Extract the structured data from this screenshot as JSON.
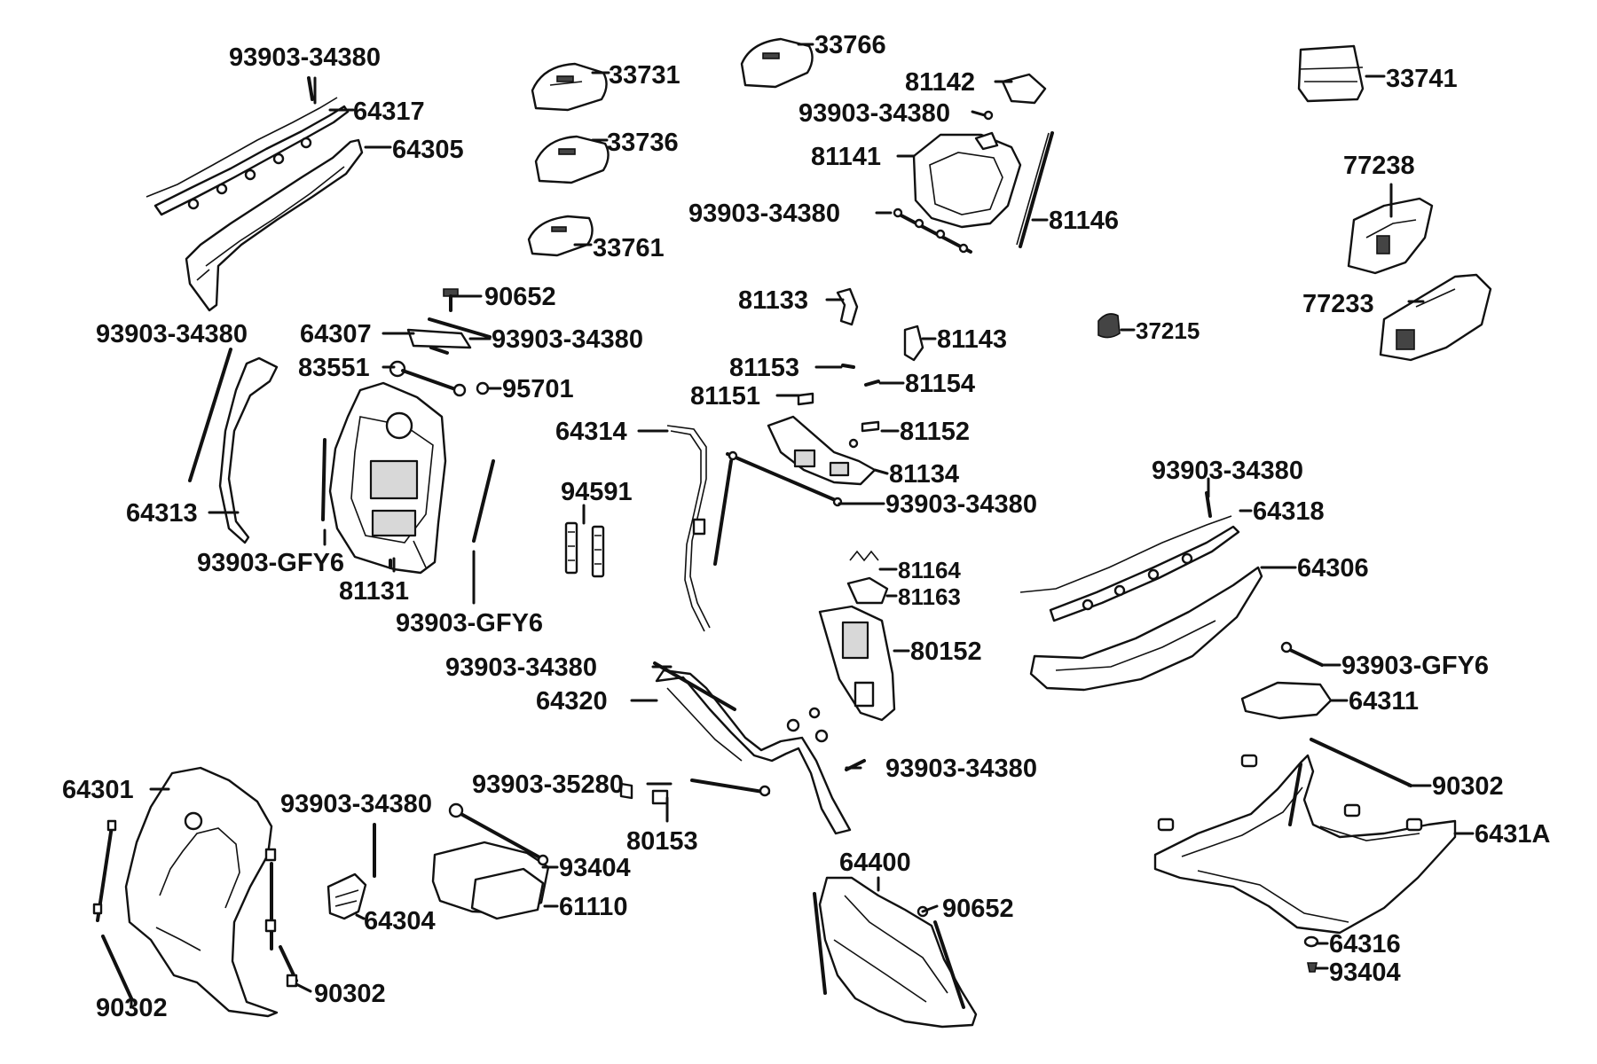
{
  "labels": {
    "p1": "93903-34380",
    "p2": "64317",
    "p3": "64305",
    "p4": "33731",
    "p5": "33736",
    "p6": "33761",
    "p7": "33766",
    "p8": "81142",
    "p9": "93903-34380",
    "p10": "81141",
    "p11": "93903-34380",
    "p12": "81146",
    "p13": "33741",
    "p14": "77238",
    "p15": "77233",
    "p16": "90652",
    "p17": "64307",
    "p18": "93903-34380",
    "p19": "93903-34380",
    "p20": "83551",
    "p21": "95701",
    "p22": "64313",
    "p23": "93903-GFY6",
    "p24": "81131",
    "p25": "93903-GFY6",
    "p26": "81133",
    "p27": "81143",
    "p28": "37215",
    "p29": "81153",
    "p30": "81154",
    "p31": "81151",
    "p32": "81152",
    "p33": "64314",
    "p34": "81134",
    "p35": "93903-34380",
    "p36": "94591",
    "p37": "93903-34380",
    "p38": "64318",
    "p39": "64306",
    "p40": "81164",
    "p41": "81163",
    "p42": "80152",
    "p43": "93903-34380",
    "p44": "64320",
    "p45": "93903-GFY6",
    "p46": "64311",
    "p47": "93903-34380",
    "p48": "93903-35280",
    "p49": "80153",
    "p50": "90302",
    "p51": "6431A",
    "p52": "64301",
    "p53": "93903-34380",
    "p54": "93404",
    "p55": "61110",
    "p56": "64304",
    "p57": "64400",
    "p58": "90652",
    "p59": "90302",
    "p60": "90302",
    "p61": "64316",
    "p62": "93404"
  }
}
